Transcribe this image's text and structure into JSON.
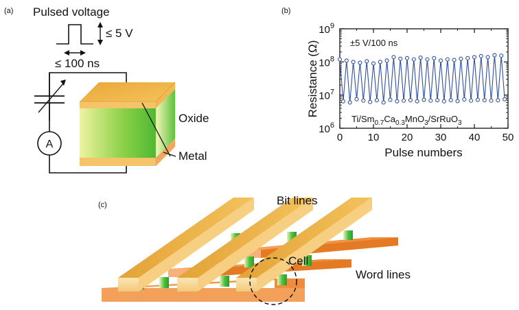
{
  "panel_a": {
    "label": "(a)",
    "pulse_title": "Pulsed voltage",
    "amplitude": "≤ 5 V",
    "duration": "≤ 100 ns",
    "oxide": "Oxide",
    "metal": "Metal",
    "ammeter": "A"
  },
  "panel_b": {
    "label": "(b)"
  },
  "panel_c": {
    "label": "(c)",
    "bit_lines": "Bit lines",
    "word_lines": "Word lines",
    "cell": "Cell"
  },
  "colors": {
    "electrode": "#f0b94c",
    "oxide_light": "#eef3a0",
    "oxide_green": "#58c13a",
    "word_line": "#f08a32",
    "data_line": "#2f4f9a"
  },
  "chart_data": {
    "type": "line",
    "annotation": "±5 V/100 ns",
    "material": {
      "a": "Ti/Sm",
      "b": "0.7",
      "c": "Ca",
      "d": "0.3",
      "e": "MnO",
      "f": "3",
      "g": "/SrRuO",
      "h": "3"
    },
    "xlabel": "Pulse numbers",
    "ylabel": "Resistance (Ω)",
    "xlim": [
      0,
      50
    ],
    "xticks": [
      "0",
      "10",
      "20",
      "30",
      "40",
      "50"
    ],
    "ylim_log10": [
      6,
      9
    ],
    "yticks": [
      {
        "base": "10",
        "exp": "6"
      },
      {
        "base": "10",
        "exp": "7"
      },
      {
        "base": "10",
        "exp": "8"
      },
      {
        "base": "10",
        "exp": "9"
      }
    ],
    "log_scale_y": true,
    "grid": false,
    "series": [
      {
        "x": [
          0,
          1,
          2,
          3,
          4,
          5,
          6,
          7,
          8,
          9,
          10,
          11,
          12,
          13,
          14,
          15,
          16,
          17,
          18,
          19,
          20,
          21,
          22,
          23,
          24,
          25,
          26,
          27,
          28,
          29,
          30,
          31,
          32,
          33,
          34,
          35,
          36,
          37,
          38,
          39,
          40,
          41,
          42,
          43,
          44,
          45,
          46,
          47,
          48,
          49
        ],
        "y": [
          120000000.0,
          6500000.0,
          110000000.0,
          6000000.0,
          100000000.0,
          7500000.0,
          95000000.0,
          6800000.0,
          105000000.0,
          6200000.0,
          90000000.0,
          7000000.0,
          100000000.0,
          6000000.0,
          110000000.0,
          7200000.0,
          140000000.0,
          6500000.0,
          125000000.0,
          6800000.0,
          130000000.0,
          7000000.0,
          120000000.0,
          6500000.0,
          135000000.0,
          7200000.0,
          120000000.0,
          6800000.0,
          130000000.0,
          7000000.0,
          110000000.0,
          6500000.0,
          120000000.0,
          7000000.0,
          115000000.0,
          6600000.0,
          125000000.0,
          7400000.0,
          130000000.0,
          6800000.0,
          140000000.0,
          7200000.0,
          150000000.0,
          7000000.0,
          140000000.0,
          6800000.0,
          160000000.0,
          7000000.0,
          155000000.0,
          7500000.0
        ]
      }
    ]
  }
}
